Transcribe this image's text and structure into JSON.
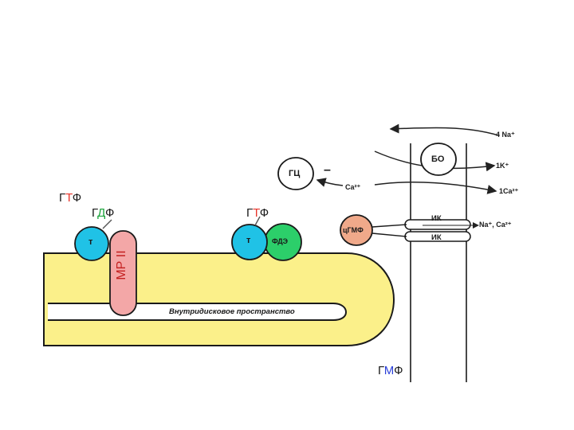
{
  "labels": {
    "gtp_left": {
      "c1": "Г",
      "c2": "Т",
      "c3": "Ф"
    },
    "gdp": {
      "c1": "Г",
      "c2": "Д",
      "c3": "Ф"
    },
    "gtp_mid": {
      "c1": "Г",
      "c2": "Т",
      "c3": "Ф"
    },
    "gmp": {
      "c1": "Г",
      "c2": "М",
      "c3": "Ф"
    },
    "t_left": "т",
    "t_mid": "т",
    "pde": "ФДЭ",
    "mr": "МР II",
    "cgmp": "цГМФ",
    "gc": "ГЦ",
    "minus": "–",
    "ca_gc": "Ca²⁺",
    "bo": "БО",
    "na4": "4 Na⁺",
    "k1": "1K⁺",
    "ca1": "1Ca²⁺",
    "ik_top": "ИК",
    "ik_bottom": "ИК",
    "na_ca": "Na⁺, Ca²⁺",
    "intradisc": "Внутридисковое пространство"
  },
  "colors": {
    "disc": "#fbf08a",
    "transducin": "#20c2e6",
    "pde": "#2ccf6a",
    "rhodopsin": "#f3a7a7",
    "cgmp": "#f0a98a",
    "accent_red": "#e8352b",
    "accent_green": "#1aa33a",
    "accent_blue": "#2a3fd8"
  }
}
